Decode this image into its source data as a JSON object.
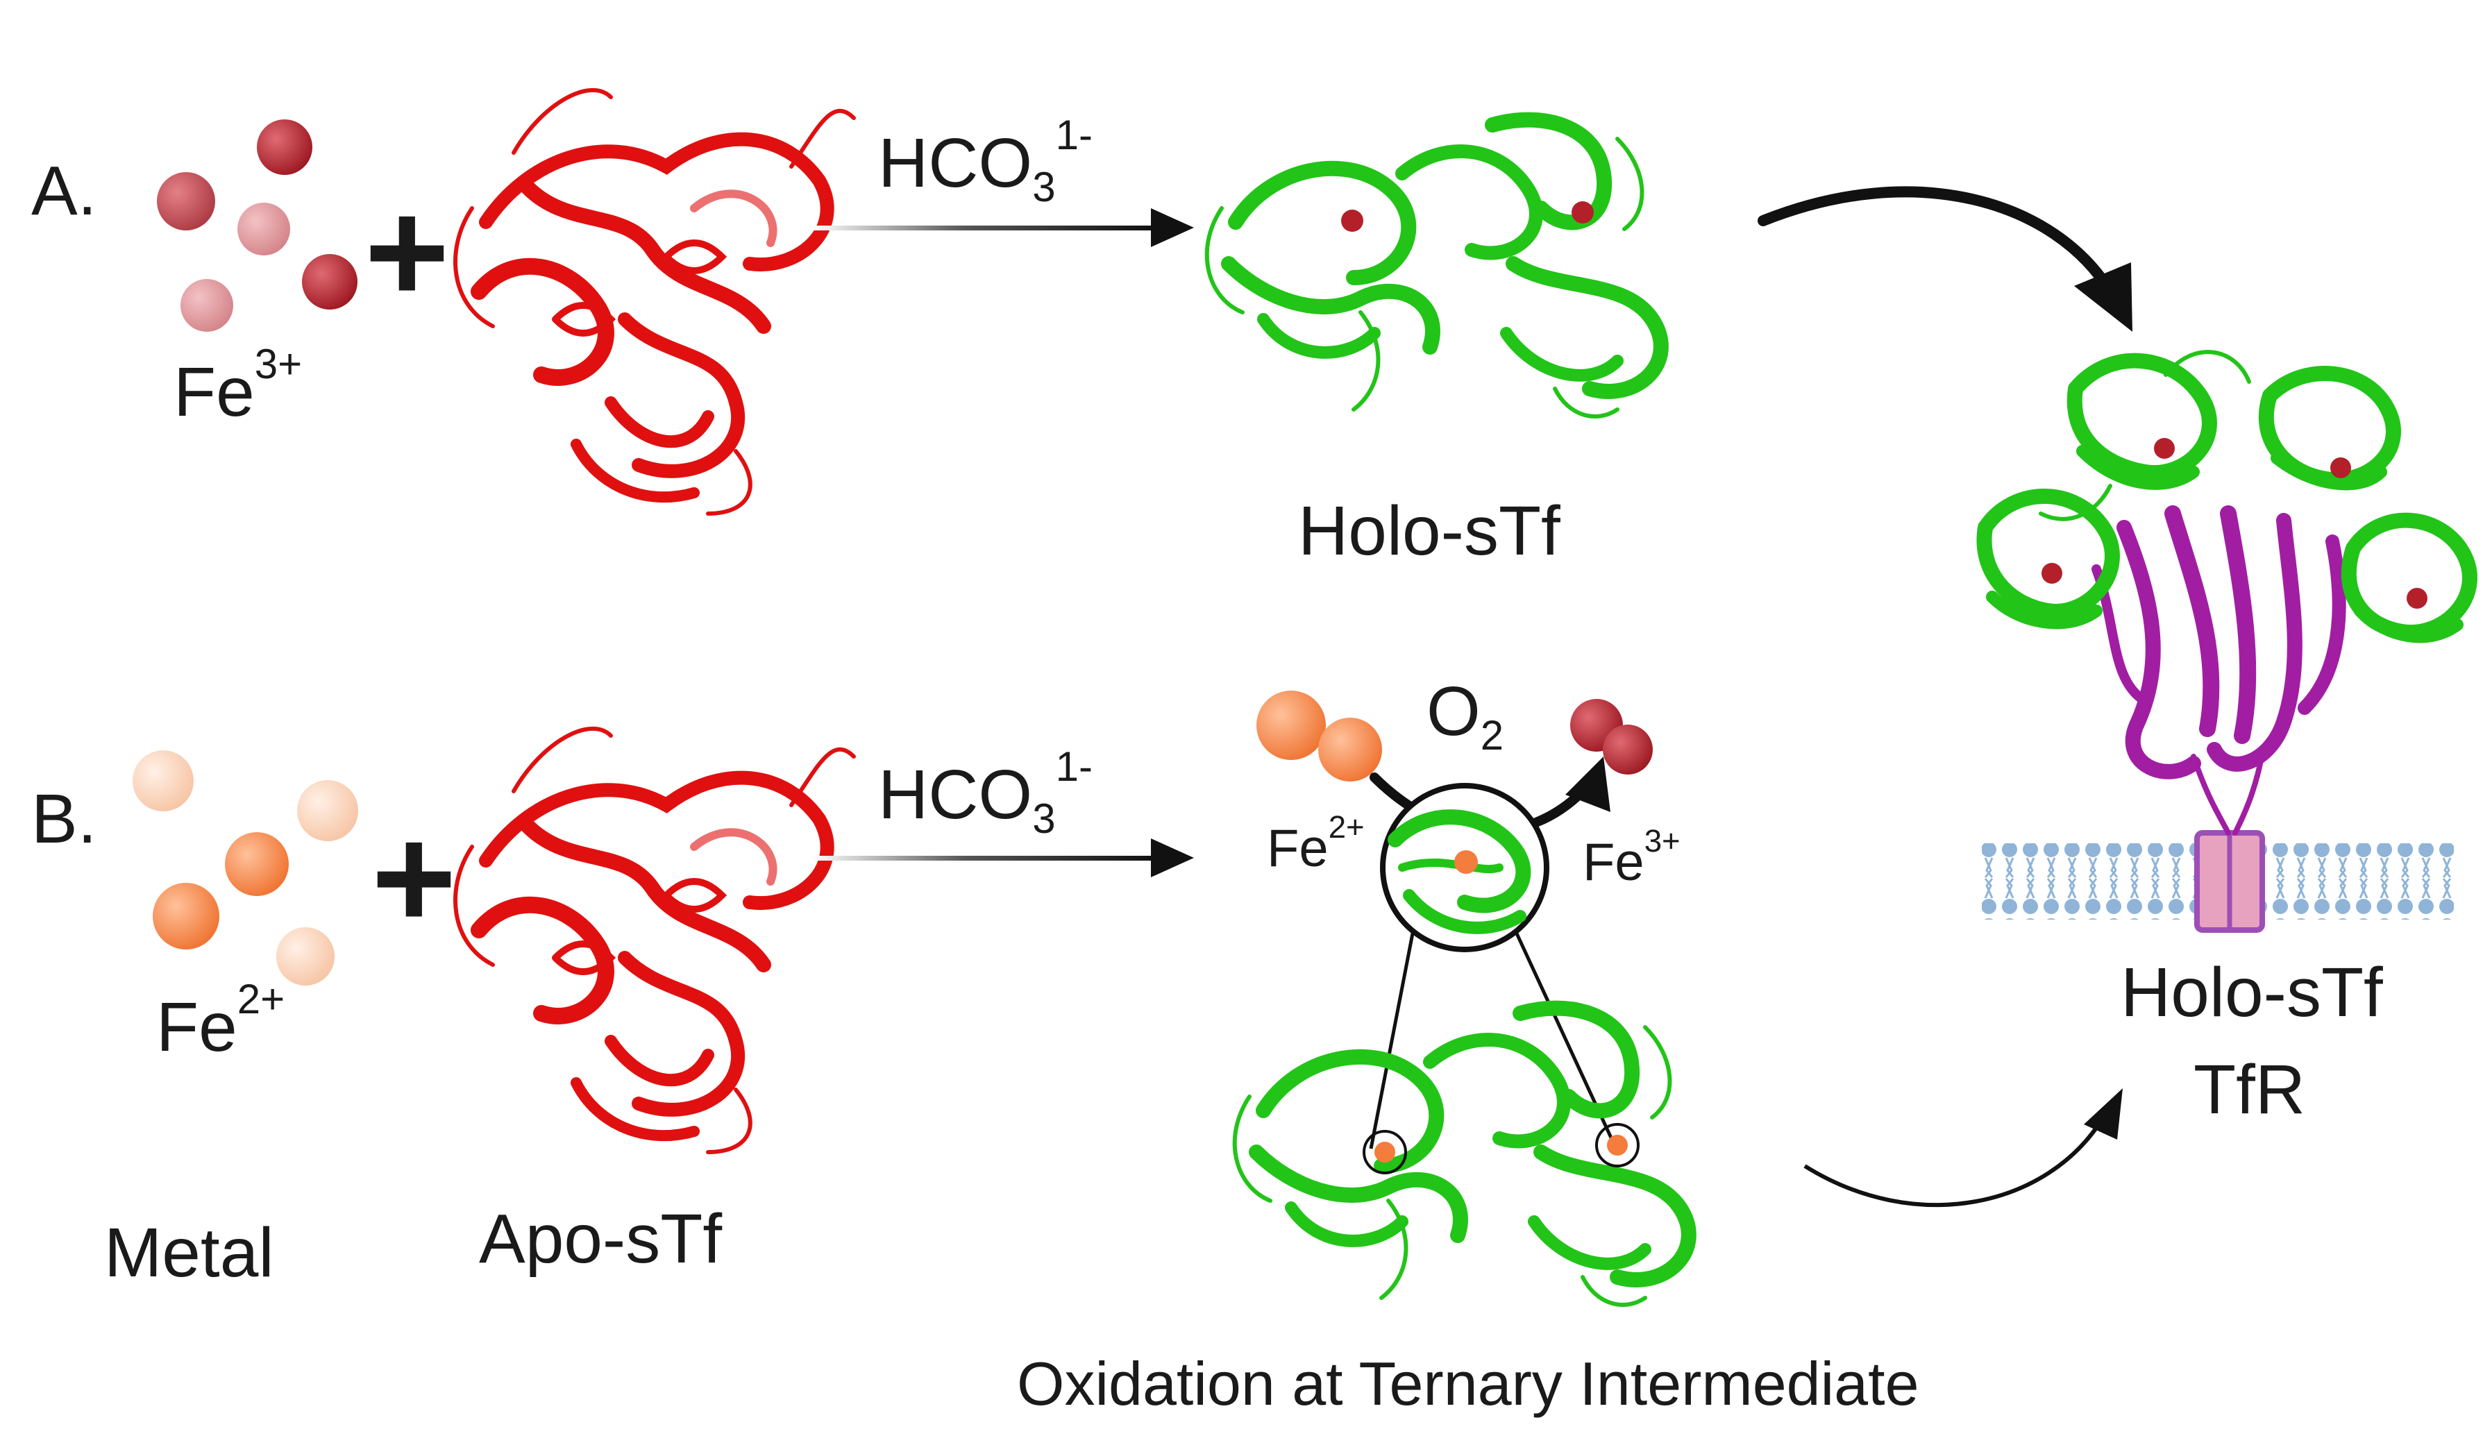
{
  "panel_a": {
    "label": "A.",
    "metal_symbol": "Fe",
    "metal_charge": "3+",
    "plus": "+",
    "reagent_main": "HCO",
    "reagent_sub": "3",
    "reagent_charge": "1-",
    "product_label": "Holo-sTf"
  },
  "panel_b": {
    "label": "B.",
    "metal_symbol": "Fe",
    "metal_charge": "2+",
    "plus": "+",
    "reagent_main": "HCO",
    "reagent_sub": "3",
    "reagent_charge": "1-",
    "oxygen_main": "O",
    "oxygen_sub": "2",
    "fe_left_symbol": "Fe",
    "fe_left_charge": "2+",
    "fe_right_symbol": "Fe",
    "fe_right_charge": "3+",
    "caption": "Oxidation at Ternary Intermediate"
  },
  "bottom_labels": {
    "metal": "Metal",
    "apo": "Apo-sTf"
  },
  "complex": {
    "line1": "Holo-sTf",
    "line2": "TfR"
  },
  "colors": {
    "apo_protein": "#e01010",
    "holo_protein": "#22c418",
    "receptor": "#a11ea3",
    "fe3": "#b3202a",
    "fe2": "#f47c3c",
    "membrane": "#8fb4d8",
    "membrane_channel": "#e7a2bf"
  }
}
